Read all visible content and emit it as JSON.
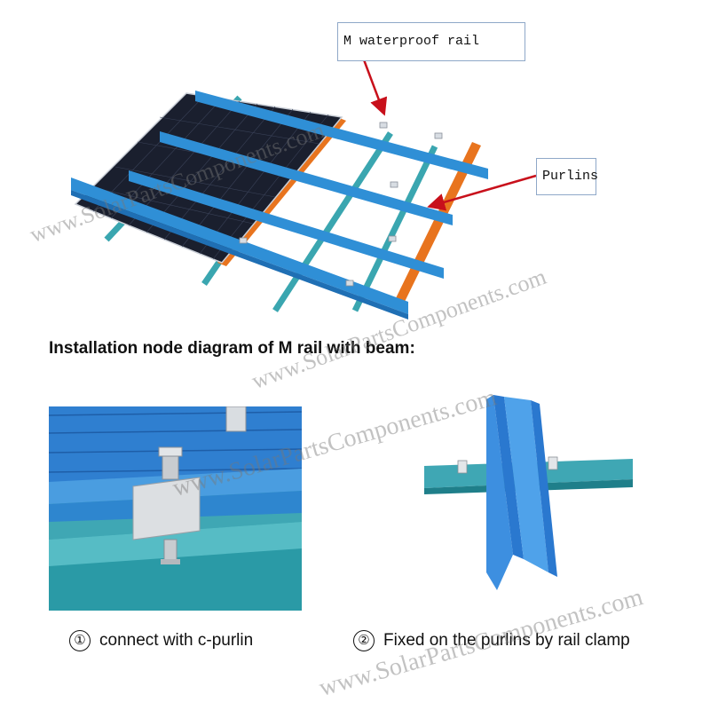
{
  "callouts": {
    "rail": "M waterproof rail",
    "purlins": "Purlins"
  },
  "heading": "Installation node diagram of M rail with beam:",
  "captions": [
    {
      "number": "①",
      "text": "connect with c-purlin"
    },
    {
      "number": "②",
      "text": "Fixed on the purlins by rail clamp"
    }
  ],
  "watermarks": [
    "www.SolarPartsComponents.com",
    "www.SolarPartsComponents.com",
    "www.SolarPartsComponents.com",
    "www.SolarPartsComponents.com"
  ],
  "colors": {
    "rail_blue": "#2f8fd6",
    "rail_dark": "#1f6fb4",
    "purlin_teal": "#3aa6b0",
    "purlin_orange": "#e8741e",
    "panel": "#1a1f2e",
    "arrow_red": "#c8101b"
  }
}
